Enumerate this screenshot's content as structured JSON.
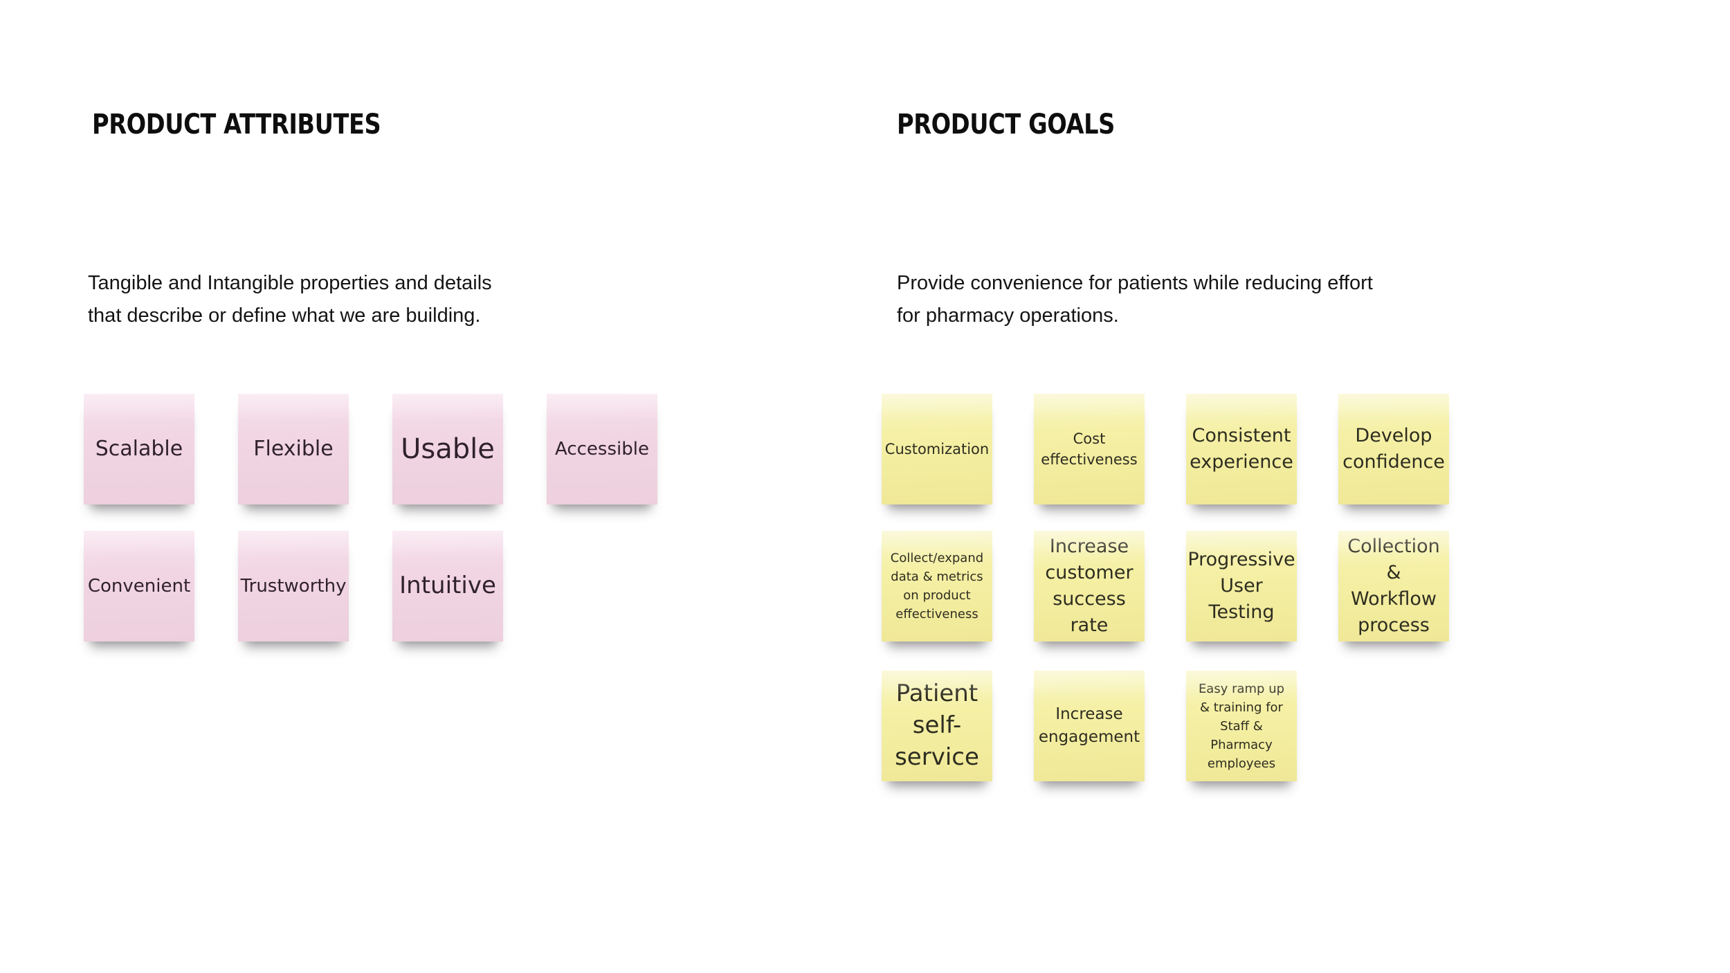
{
  "board": {
    "background_color": "#ffffff",
    "pink_note_color": "#f2d6e3",
    "yellow_note_color": "#f5f0a5"
  },
  "sections": {
    "attributes": {
      "title": "PRODUCT ATTRIBUTES",
      "description": "Tangible and Intangible properties and details\nthat describe or define what we are building.",
      "notes": [
        {
          "label": "Scalable"
        },
        {
          "label": "Flexible"
        },
        {
          "label": "Usable"
        },
        {
          "label": "Accessible"
        },
        {
          "label": "Convenient"
        },
        {
          "label": "Trustworthy"
        },
        {
          "label": "Intuitive"
        }
      ]
    },
    "goals": {
      "title": "PRODUCT GOALS",
      "description": "Provide convenience for patients while reducing effort\nfor pharmacy operations.",
      "notes": [
        {
          "label": "Customization"
        },
        {
          "label": "Cost\neffectiveness"
        },
        {
          "label": "Consistent\nexperience"
        },
        {
          "label": "Develop\nconfidence"
        },
        {
          "label": "Collect/expand\ndata & metrics\non product\neffectiveness"
        },
        {
          "label": "Increase\ncustomer\nsuccess\nrate"
        },
        {
          "label": "Progressive\nUser\nTesting"
        },
        {
          "label": "Collection\n& Workflow\nprocess"
        },
        {
          "label": "Patient\nself-\nservice"
        },
        {
          "label": "Increase\nengagement"
        },
        {
          "label": "Easy ramp up\n& training for\nStaff &\nPharmacy\nemployees"
        }
      ]
    }
  }
}
